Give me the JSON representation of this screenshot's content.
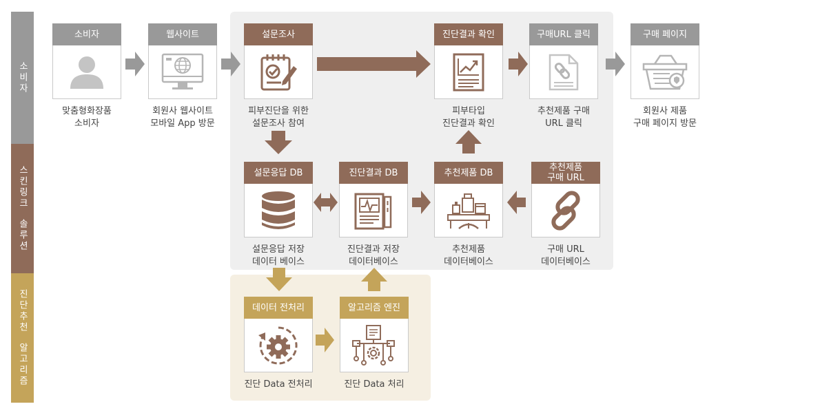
{
  "lanes": [
    {
      "id": "consumer",
      "label": "소비자",
      "color": "#999999"
    },
    {
      "id": "skincare",
      "label": "스킨링크 솔루션",
      "line1": "스킨링크",
      "line2": "솔루션",
      "color": "#8f6b59"
    },
    {
      "id": "diagnosis",
      "label": "진단추천 알고리즘",
      "line1": "진단추천",
      "line2": "알고리즘",
      "color": "#c4a45a"
    }
  ],
  "colors": {
    "grey": "#999999",
    "brown": "#8f6b59",
    "gold": "#c4a45a",
    "panel_grey": "#efefef",
    "panel_gold": "#f5efe2"
  },
  "nodes": {
    "consumer": {
      "title": "소비자",
      "icon": "person-icon",
      "caption": [
        "맞춤형화장품",
        "소비자"
      ]
    },
    "website": {
      "title": "웹사이트",
      "icon": "monitor-globe-icon",
      "caption": [
        "회원사 웹사이트",
        "모바일 App 방문"
      ]
    },
    "survey": {
      "title": "설문조사",
      "icon": "survey-clipboard-icon",
      "caption": [
        "피부진단을 위한",
        "설문조사 참여"
      ]
    },
    "result_check": {
      "title": "진단결과 확인",
      "icon": "chart-report-icon",
      "caption": [
        "피부타입",
        "진단결과 확인"
      ]
    },
    "url_click": {
      "title": "구매URL 클릭",
      "icon": "link-document-icon",
      "caption": [
        "추천제품 구매",
        "URL 클릭"
      ]
    },
    "purchase": {
      "title": "구매 페이지",
      "icon": "shopping-basket-icon",
      "caption": [
        "회원사 제품",
        "구매 페이지 방문"
      ]
    },
    "survey_db": {
      "title": "설문응답 DB",
      "icon": "database-icon",
      "caption": [
        "설문응답 저장",
        "데이터 베이스"
      ]
    },
    "result_db": {
      "title": "진단결과 DB",
      "icon": "medical-report-icon",
      "caption": [
        "진단결과 저장",
        "데이터베이스"
      ]
    },
    "product_db": {
      "title": "추천제품 DB",
      "icon": "cosmetics-icon",
      "caption": [
        "추천제품",
        "데이터베이스"
      ]
    },
    "url_db": {
      "title": "추천제품 구매 URL",
      "title1": "추천제품",
      "title2": "구매 URL",
      "icon": "chain-link-icon",
      "caption": [
        "구매 URL",
        "데이터베이스"
      ]
    },
    "preprocess": {
      "title": "데이터 전처리",
      "icon": "gear-cycle-icon",
      "caption": [
        "진단 Data 전처리"
      ]
    },
    "engine": {
      "title": "알고리즘 엔진",
      "icon": "algorithm-engine-icon",
      "caption": [
        "진단 Data 처리"
      ]
    }
  }
}
